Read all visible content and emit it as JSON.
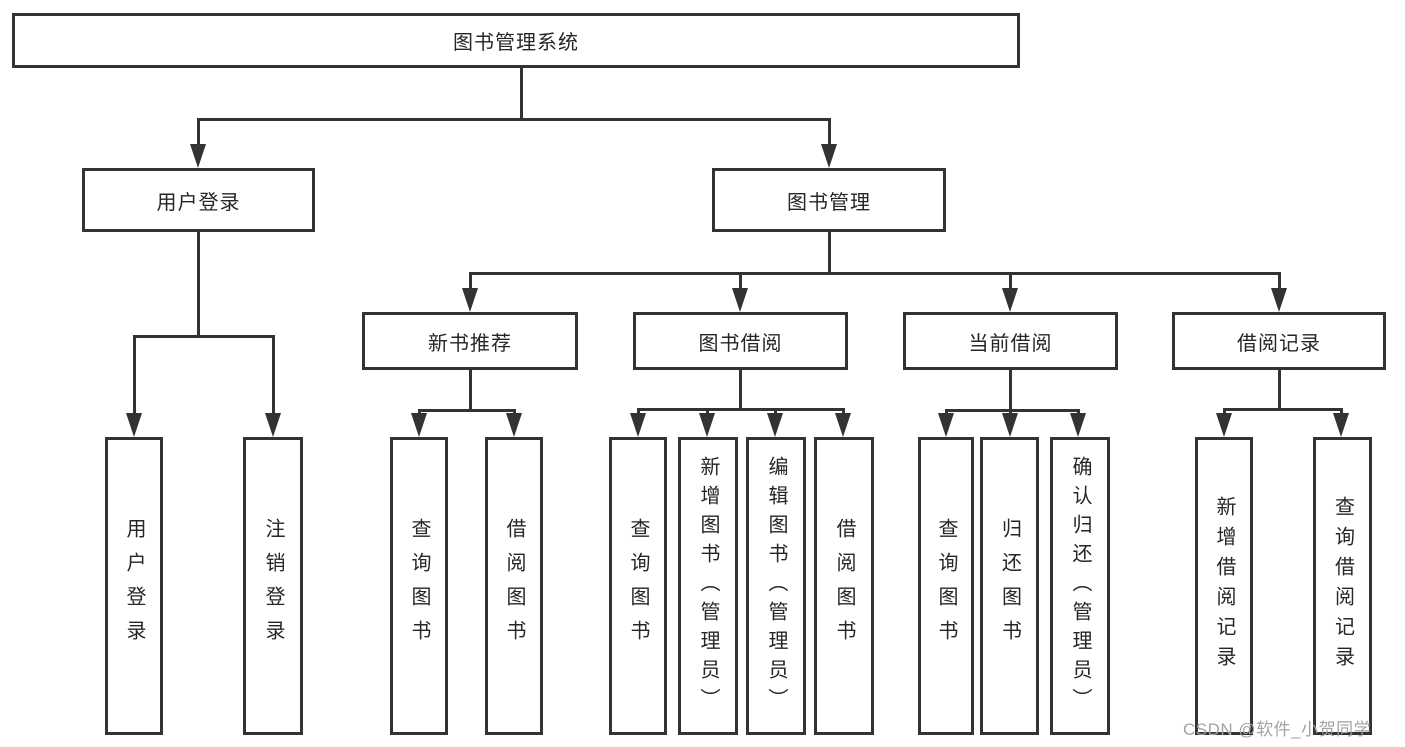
{
  "diagram": {
    "type": "hierarchy-tree",
    "colors": {
      "background": "#ffffff",
      "line": "#333333",
      "box_border": "#333333",
      "text": "#262626",
      "watermark": "#a3a3a3"
    },
    "nodes": {
      "root": {
        "label": "图书管理系统"
      },
      "level2": [
        {
          "label": "用户登录",
          "parent": "图书管理系统"
        },
        {
          "label": "图书管理",
          "parent": "图书管理系统"
        }
      ],
      "level3": [
        {
          "label": "新书推荐",
          "parent": "图书管理"
        },
        {
          "label": "图书借阅",
          "parent": "图书管理"
        },
        {
          "label": "当前借阅",
          "parent": "图书管理"
        },
        {
          "label": "借阅记录",
          "parent": "图书管理"
        }
      ],
      "leaves": [
        {
          "label": "用户登录",
          "parent": "用户登录"
        },
        {
          "label": "注销登录",
          "parent": "用户登录"
        },
        {
          "label": "查询图书",
          "parent": "新书推荐"
        },
        {
          "label": "借阅图书",
          "parent": "新书推荐"
        },
        {
          "label": "查询图书",
          "parent": "图书借阅"
        },
        {
          "label": "新增图书（管理员）",
          "parent": "图书借阅"
        },
        {
          "label": "编辑图书（管理员）",
          "parent": "图书借阅"
        },
        {
          "label": "借阅图书",
          "parent": "图书借阅"
        },
        {
          "label": "查询图书",
          "parent": "当前借阅"
        },
        {
          "label": "归还图书",
          "parent": "当前借阅"
        },
        {
          "label": "确认归还（管理员）",
          "parent": "当前借阅"
        },
        {
          "label": "新增借阅记录",
          "parent": "借阅记录"
        },
        {
          "label": "查询借阅记录",
          "parent": "借阅记录"
        }
      ]
    }
  },
  "watermark": {
    "text": "CSDN @软件_小贺同学"
  }
}
